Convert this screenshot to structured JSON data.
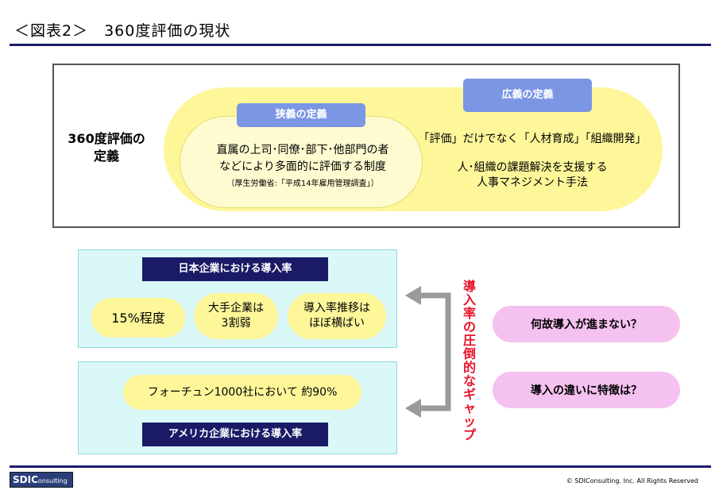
{
  "title": "＜図表2＞　360度評価の現状",
  "definition": {
    "label_line1": "360度評価の",
    "label_line2": "定義",
    "narrow_tag": "狭義の定義",
    "narrow_line1": "直属の上司･同僚･部下･他部門の者",
    "narrow_line2": "などにより多面的に評価する制度",
    "narrow_source": "〔厚生労働省:「平成14年雇用管理調査」〕",
    "wide_tag": "広義の定義",
    "wide_line1": "「評価」だけでなく「人材育成」「組織開発」",
    "wide_line2": "人･組織の課題解決を支援する",
    "wide_line3": "人事マネジメント手法"
  },
  "japan": {
    "label": "日本企業における導入率",
    "pill1": "15%程度",
    "pill2_line1": "大手企業は",
    "pill2_line2": "3割弱",
    "pill3_line1": "導入率推移は",
    "pill3_line2": "ほぼ横ばい"
  },
  "usa": {
    "label": "アメリカ企業における導入率",
    "pill": "フォーチュン1000社において 約90%"
  },
  "gap_text": "導入率の圧倒的なギャップ",
  "questions": {
    "q1": "何故導入が進まない？",
    "q2": "導入の違いに特徴は？"
  },
  "footer": {
    "logo_main": "SDIC",
    "logo_sub": "onsulting",
    "copyright": "© SDIConsulting. Inc. All Rights Reserved"
  },
  "colors": {
    "navy": "#1a1a66",
    "accent_red": "#e8132b",
    "yellow": "#fdf79a",
    "pink": "#f5c1f0",
    "cyan": "#dbf8f9",
    "blue_tag": "#7b96e3"
  }
}
